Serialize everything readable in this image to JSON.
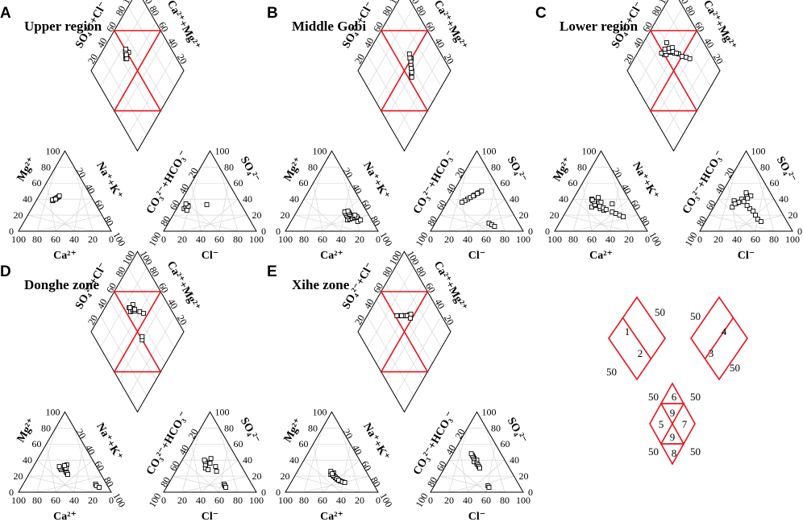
{
  "figure": {
    "panels": [
      {
        "id": "A",
        "title": "Upper region"
      },
      {
        "id": "B",
        "title": "Middle Gobi"
      },
      {
        "id": "C",
        "title": "Lower region"
      },
      {
        "id": "D",
        "title": "Donghe zone"
      },
      {
        "id": "E",
        "title": "Xihe zone"
      }
    ],
    "axis_labels": {
      "cation_top": "Mg²⁺",
      "cation_bottom": "Ca²⁺",
      "cation_right": "Na⁺+K⁺",
      "anion_left": "CO₃²⁻+HCO₃⁻",
      "anion_right": "SO₄²⁻",
      "anion_bottom": "Cl⁻",
      "diamond_upper_left": "SO₄²⁻+Cl⁻",
      "diamond_upper_right": "Ca²⁺+Mg²⁺"
    },
    "ticks": [
      "0",
      "20",
      "40",
      "60",
      "80",
      "100"
    ],
    "legend": {
      "diamond1_regions": [
        "1",
        "2"
      ],
      "diamond2_regions": [
        "4",
        "3"
      ],
      "diamond3_regions": [
        "6",
        "9",
        "5",
        "7",
        "9",
        "8"
      ],
      "fifty_label": "50"
    }
  },
  "chart_data": {
    "type": "scatter",
    "plot_kind": "Piper trilinear diagram",
    "panels": [
      {
        "id": "A",
        "title": "Upper region",
        "cation_Mg": [
          38,
          40,
          41,
          42,
          43,
          39,
          40,
          44
        ],
        "cation_Na": [
          18,
          19,
          20,
          21,
          22,
          17,
          20,
          22
        ],
        "anion_SO4": [
          28,
          30,
          32,
          31,
          26,
          34,
          33
        ],
        "anion_Cl": [
          8,
          9,
          10,
          11,
          12,
          7,
          30
        ],
        "diamond_SO4Cl": [
          45,
          47,
          48,
          50,
          52,
          46,
          49,
          51,
          48
        ],
        "diamond_CaMg": [
          70,
          72,
          73,
          74,
          71,
          69,
          75,
          76,
          72
        ]
      },
      {
        "id": "B",
        "title": "Middle Gobi",
        "cation_Mg": [
          14,
          15,
          16,
          18,
          20,
          22,
          24,
          17,
          19,
          21,
          23,
          25,
          16,
          18,
          20,
          12,
          14
        ],
        "cation_Na": [
          60,
          62,
          64,
          58,
          56,
          54,
          52,
          66,
          63,
          59,
          57,
          55,
          70,
          68,
          65,
          72,
          74
        ],
        "anion_SO4": [
          40,
          42,
          45,
          48,
          50,
          38,
          36,
          44,
          47,
          10,
          8,
          6
        ],
        "anion_Cl": [
          20,
          22,
          25,
          28,
          30,
          18,
          16,
          24,
          27,
          58,
          62,
          66
        ],
        "diamond_SO4Cl": [
          55,
          58,
          60,
          62,
          65,
          54,
          57,
          59,
          61,
          63,
          64,
          66
        ],
        "diamond_CaMg": [
          40,
          42,
          45,
          48,
          50,
          38,
          41,
          44,
          47,
          49,
          52,
          55
        ]
      },
      {
        "id": "C",
        "title": "Lower region",
        "cation_Mg": [
          30,
          32,
          35,
          38,
          40,
          28,
          26,
          34,
          36,
          42,
          24,
          22,
          20,
          18,
          33,
          31,
          37,
          39,
          29,
          27
        ],
        "cation_Na": [
          25,
          28,
          30,
          22,
          20,
          35,
          40,
          45,
          32,
          26,
          50,
          55,
          60,
          65,
          27,
          33,
          24,
          21,
          38,
          42
        ],
        "anion_SO4": [
          30,
          35,
          40,
          38,
          42,
          45,
          28,
          32,
          36,
          44,
          25,
          20,
          15,
          12,
          48,
          34,
          37,
          41
        ],
        "anion_Cl": [
          20,
          22,
          25,
          18,
          30,
          28,
          40,
          35,
          24,
          33,
          45,
          50,
          55,
          60,
          26,
          21,
          29,
          31
        ],
        "diamond_SO4Cl": [
          50,
          55,
          60,
          52,
          58,
          62,
          66,
          48,
          53,
          57,
          61,
          64,
          68,
          72,
          75,
          54,
          59,
          63
        ],
        "diamond_CaMg": [
          70,
          72,
          75,
          68,
          65,
          60,
          55,
          74,
          71,
          67,
          63,
          58,
          50,
          45,
          40,
          73,
          69,
          66
        ]
      },
      {
        "id": "D",
        "title": "Donghe zone",
        "cation_Mg": [
          28,
          30,
          32,
          34,
          26,
          24,
          22,
          30,
          33,
          10,
          8,
          6
        ],
        "cation_Na": [
          32,
          30,
          28,
          35,
          38,
          40,
          42,
          36,
          33,
          78,
          80,
          84
        ],
        "anion_SO4": [
          30,
          34,
          28,
          38,
          36,
          40,
          42,
          32,
          26,
          10,
          8,
          6
        ],
        "anion_Cl": [
          30,
          28,
          34,
          26,
          32,
          24,
          30,
          40,
          44,
          60,
          62,
          64
        ],
        "diamond_SO4Cl": [
          55,
          58,
          60,
          62,
          56,
          59,
          61,
          57,
          65,
          68,
          50,
          52
        ],
        "diamond_CaMg": [
          70,
          68,
          66,
          72,
          74,
          69,
          67,
          73,
          60,
          55,
          40,
          42
        ]
      },
      {
        "id": "E",
        "title": "Xihe zone",
        "cation_Mg": [
          22,
          24,
          20,
          18,
          16,
          14,
          26,
          19,
          17,
          15,
          21,
          23,
          13,
          12
        ],
        "cation_Na": [
          38,
          40,
          42,
          45,
          48,
          52,
          36,
          44,
          47,
          50,
          41,
          39,
          55,
          58
        ],
        "anion_SO4": [
          38,
          40,
          42,
          36,
          34,
          44,
          46,
          32,
          30,
          48,
          8,
          6
        ],
        "anion_Cl": [
          28,
          30,
          26,
          32,
          34,
          24,
          22,
          36,
          38,
          20,
          58,
          60
        ],
        "diamond_SO4Cl": [
          58,
          60,
          62,
          56,
          64,
          66,
          54,
          59,
          61,
          63,
          68,
          52,
          57,
          65
        ],
        "diamond_CaMg": [
          62,
          60,
          58,
          64,
          56,
          55,
          66,
          61,
          59,
          57,
          54,
          68,
          63,
          52
        ]
      }
    ]
  }
}
